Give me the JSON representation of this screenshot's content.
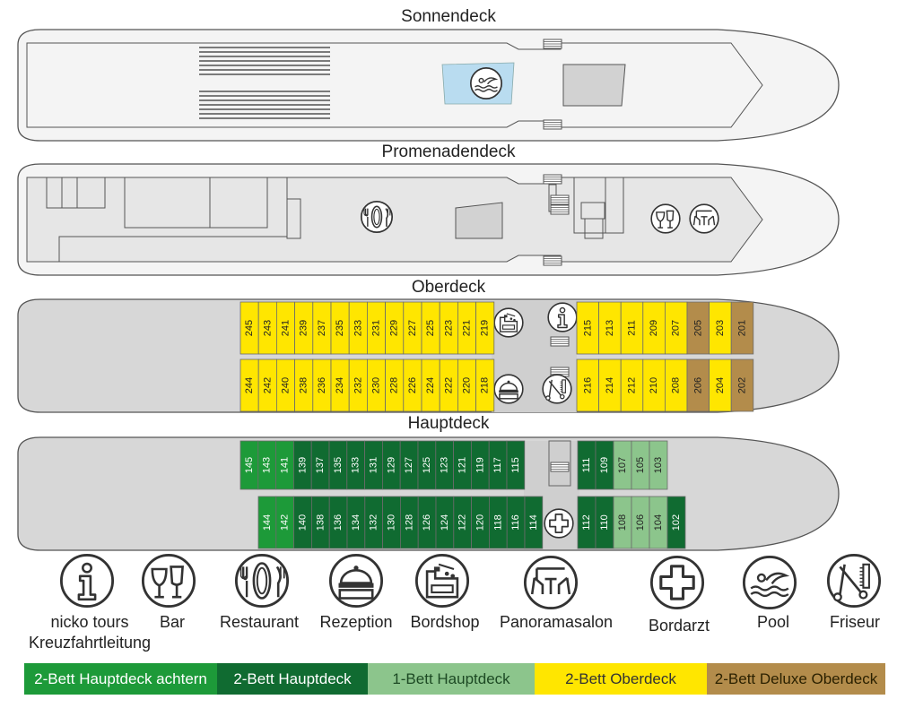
{
  "decks": {
    "sonnendeck": "Sonnendeck",
    "promenadendeck": "Promenadendeck",
    "oberdeck": "Oberdeck",
    "hauptdeck": "Hauptdeck"
  },
  "colors": {
    "hull_outline": "#555555",
    "hull_fill": "#f4f4f4",
    "deck_fill": "#d7d7d7",
    "corridor": "#cfcfcf",
    "pool_blue": "#b9dcf0",
    "yellow": "#ffe600",
    "gold": "#b38c4b",
    "green_achtern": "#1d9a39",
    "green_haupt": "#106b31",
    "green_einzel": "#8cc58c"
  },
  "oberdeck": {
    "top_left": [
      "245",
      "243",
      "241",
      "239",
      "237",
      "235",
      "233",
      "231",
      "229",
      "227",
      "225",
      "223",
      "221",
      "219"
    ],
    "top_right": [
      "215",
      "213",
      "211",
      "209",
      "207",
      "205",
      "203",
      "201"
    ],
    "bottom_left": [
      "244",
      "242",
      "240",
      "238",
      "236",
      "234",
      "232",
      "230",
      "228",
      "226",
      "224",
      "222",
      "220",
      "218"
    ],
    "bottom_right": [
      "216",
      "214",
      "212",
      "210",
      "208",
      "206",
      "204",
      "202"
    ]
  },
  "hauptdeck": {
    "top_left": [
      "145",
      "143",
      "141",
      "139",
      "137",
      "135",
      "133",
      "131",
      "129",
      "127",
      "125",
      "123",
      "121",
      "119",
      "117",
      "115"
    ],
    "top_right": [
      "111",
      "109",
      "107",
      "105",
      "103"
    ],
    "bottom_left": [
      "144",
      "142",
      "140",
      "138",
      "136",
      "134",
      "132",
      "130",
      "128",
      "126",
      "124",
      "122",
      "120",
      "118",
      "116",
      "114"
    ],
    "bottom_right": [
      "112",
      "110",
      "108",
      "106",
      "104",
      "102"
    ]
  },
  "cabin_categories": {
    "201": "gold",
    "202": "gold",
    "205": "gold",
    "206": "gold",
    "103": "green_einzel",
    "104": "green_einzel",
    "105": "green_einzel",
    "106": "green_einzel",
    "107": "green_einzel",
    "108": "green_einzel",
    "141": "green_achtern",
    "142": "green_achtern",
    "143": "green_achtern",
    "144": "green_achtern",
    "145": "green_achtern"
  },
  "icons": [
    {
      "icon": "info-icon",
      "label": "nicko tours",
      "label2": "Kreuzfahrtleitung"
    },
    {
      "icon": "bar-icon",
      "label": "Bar",
      "label2": ""
    },
    {
      "icon": "restaurant-icon",
      "label": "Restaurant",
      "label2": ""
    },
    {
      "icon": "reception-icon",
      "label": "Rezeption",
      "label2": ""
    },
    {
      "icon": "shop-icon",
      "label": "Bordshop",
      "label2": ""
    },
    {
      "icon": "panorama-icon",
      "label": "Panoramasalon",
      "label2": ""
    },
    {
      "icon": "doctor-icon",
      "label": "Bordarzt",
      "label2": ""
    },
    {
      "icon": "pool-icon",
      "label": "Pool",
      "label2": ""
    },
    {
      "icon": "hairdresser-icon",
      "label": "Friseur",
      "label2": ""
    }
  ],
  "legend": [
    {
      "label": "2-Bett Hauptdeck achtern"
    },
    {
      "label": "2-Bett Hauptdeck"
    },
    {
      "label": "1-Bett Hauptdeck"
    },
    {
      "label": "2-Bett Oberdeck"
    },
    {
      "label": "2-Bett Deluxe Oberdeck"
    }
  ]
}
